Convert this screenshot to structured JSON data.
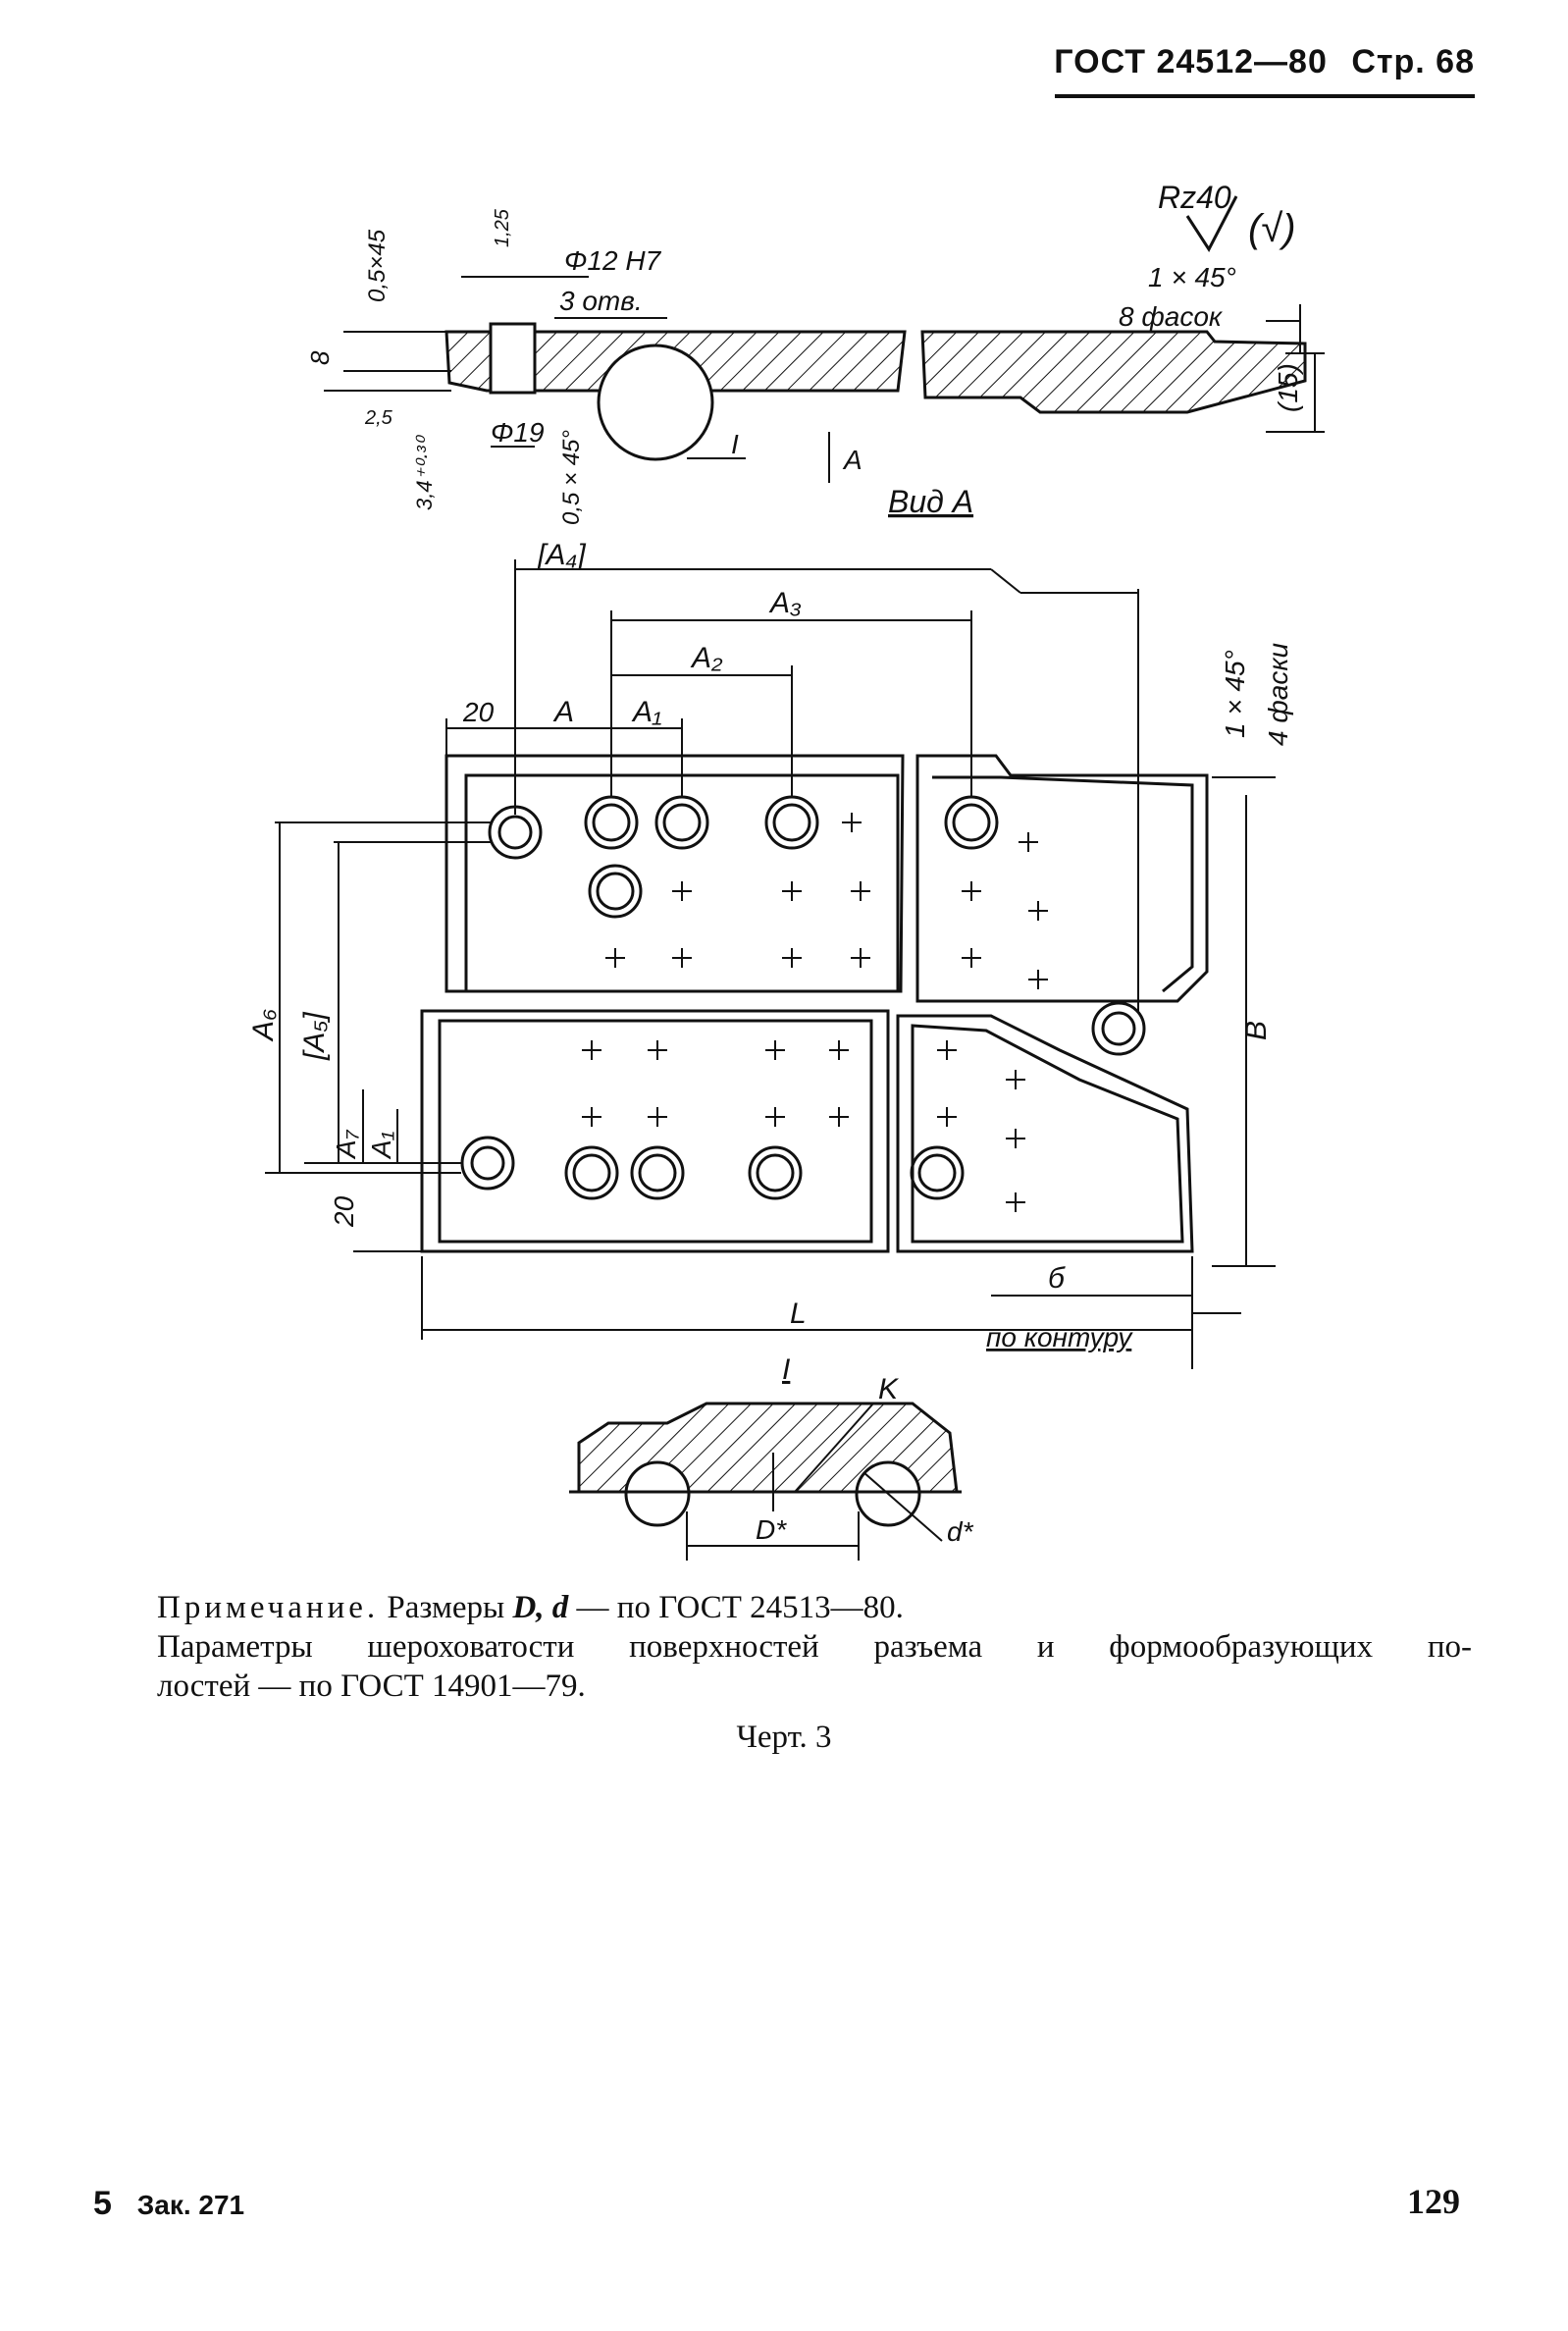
{
  "header": {
    "standard": "ГОСТ 24512—80",
    "page_label": "Стр. 68"
  },
  "drawing": {
    "roughness": "Rz40",
    "roughness_mark": "(√)",
    "chamfer_top": "1 × 45°",
    "chamfer_top_note": "8 фасок",
    "dim_15": "(15)",
    "hole_dia": "Φ12 H7",
    "hole_count": "3 отв.",
    "dim_8": "8",
    "dim_05x45_a": "0,5×45",
    "dim_125": "1,25",
    "dim_25": "2,5",
    "dim_34": "3,4⁺⁰·³⁰",
    "dim_19": "Φ19",
    "dim_05x45_b": "0,5 × 45°",
    "detail_mark": "I",
    "arrow_a": "A",
    "view_a": "Вид А",
    "A4": "[A₄]",
    "A3": "A₃",
    "A2": "A₂",
    "A1": "A₁",
    "A": "A",
    "dim_20_top": "20",
    "chamfer_right": "1 × 45°",
    "chamfer_right_note": "4 фаски",
    "A6": "A₆",
    "A5": "[A₅]",
    "A7": "A₇",
    "A1_left": "A₁",
    "dim_20_left": "20",
    "B": "B",
    "L": "L",
    "b": "б",
    "contour": "по контуру",
    "detail_title": "I",
    "K": "K",
    "D": "D*",
    "d": "d*"
  },
  "note": {
    "label": "Примечание.",
    "line1_text": "Размеры",
    "sym_D": "D,",
    "sym_d": "d",
    "line1_tail": "— по ГОСТ 24513—80.",
    "line2": "Параметры шероховатости поверхностей разъема и формообразующих по-",
    "line3": "лостей — по ГОСТ 14901—79."
  },
  "caption": "Черт. 3",
  "footer": {
    "sheet": "5",
    "order": "Зак. 271",
    "page_number": "129"
  }
}
